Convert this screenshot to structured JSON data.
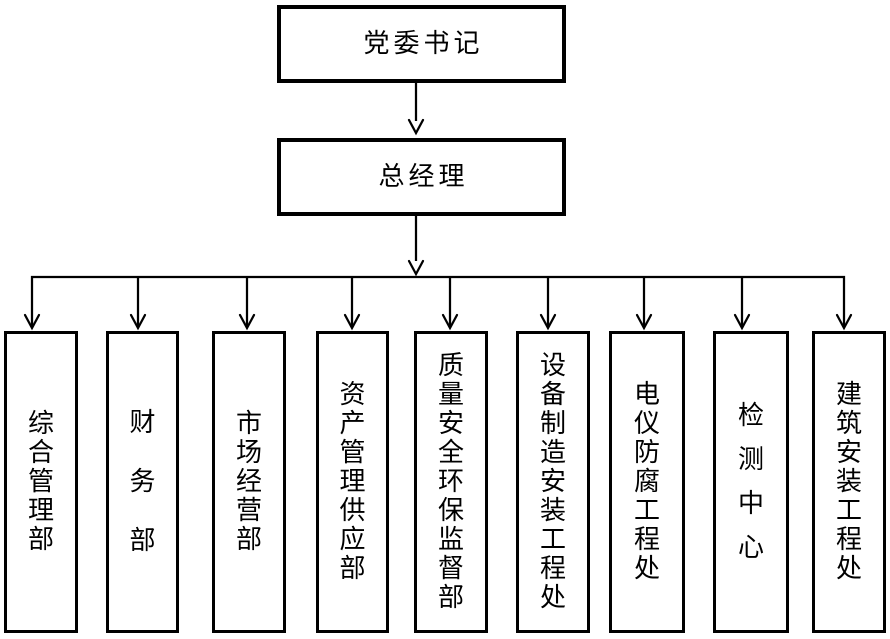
{
  "diagram": {
    "type": "org-chart",
    "nodes": {
      "secretary": {
        "label": "党委书记"
      },
      "general_manager": {
        "label": "总经理"
      }
    },
    "departments": [
      {
        "label": "综合管理部"
      },
      {
        "label": "财务部"
      },
      {
        "label": "市场经营部"
      },
      {
        "label": "资产管理供应部"
      },
      {
        "label": "质量安全环保监督部"
      },
      {
        "label": "设备制造安装工程处"
      },
      {
        "label": "电仪防腐工程处"
      },
      {
        "label": "检测中心"
      },
      {
        "label": "建筑安装工程处"
      }
    ],
    "colors": {
      "line": "#000000",
      "box_border": "#000000",
      "text": "#000000",
      "background": "#ffffff"
    }
  }
}
